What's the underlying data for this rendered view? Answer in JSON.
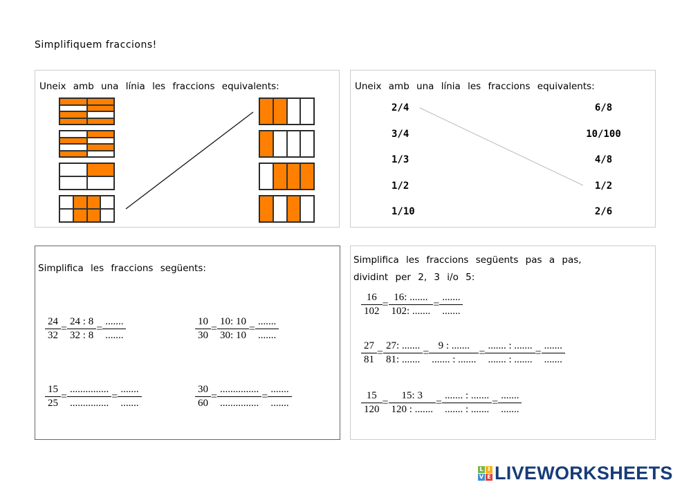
{
  "title": "Simplifiquem fraccions!",
  "panel1": {
    "title": "Uneix amb una línia les fraccions equivalents:",
    "left_grids": [
      {
        "rows": 4,
        "cols": 2,
        "filled": [
          [
            1,
            1
          ],
          [
            0,
            1
          ],
          [
            1,
            0
          ],
          [
            1,
            1
          ]
        ]
      },
      {
        "rows": 4,
        "cols": 2,
        "filled": [
          [
            0,
            1
          ],
          [
            1,
            0
          ],
          [
            0,
            1
          ],
          [
            1,
            0
          ]
        ]
      },
      {
        "rows": 2,
        "cols": 2,
        "filled": [
          [
            0,
            1
          ],
          [
            0,
            0
          ]
        ]
      },
      {
        "rows": 2,
        "cols": 4,
        "filled": [
          [
            0,
            1,
            1,
            0
          ],
          [
            0,
            1,
            1,
            0
          ]
        ]
      }
    ],
    "right_grids": [
      {
        "rows": 1,
        "cols": 4,
        "filled": [
          [
            1,
            1,
            0,
            0
          ]
        ]
      },
      {
        "rows": 1,
        "cols": 4,
        "filled": [
          [
            1,
            0,
            0,
            0
          ]
        ]
      },
      {
        "rows": 1,
        "cols": 4,
        "filled": [
          [
            0,
            1,
            1,
            1
          ]
        ]
      },
      {
        "rows": 1,
        "cols": 4,
        "filled": [
          [
            1,
            0,
            1,
            0
          ]
        ]
      }
    ]
  },
  "panel2": {
    "title": "Uneix amb una línia les fraccions equivalents:",
    "left": [
      "2/4",
      "3/4",
      "1/3",
      "1/2",
      "1/10"
    ],
    "right": [
      "6/8",
      "10/100",
      "4/8",
      "1/2",
      "2/6"
    ]
  },
  "panel3": {
    "title": "Simplifica les fraccions següents:",
    "equations": [
      [
        {
          "n": "24",
          "d": "32"
        },
        "=",
        {
          "n": "24 : 8",
          "d": "32 : 8"
        },
        "=",
        {
          "n": ".......",
          "d": "......."
        }
      ],
      [
        {
          "n": "10",
          "d": "30"
        },
        "=",
        {
          "n": "10: 10",
          "d": "30: 10"
        },
        "=",
        {
          "n": ".......",
          "d": "......."
        }
      ],
      [
        {
          "n": "15",
          "d": "25"
        },
        "=",
        {
          "n": "...............",
          "d": "..............."
        },
        "=",
        {
          "n": ".......",
          "d": "......."
        }
      ],
      [
        {
          "n": "30",
          "d": "60"
        },
        "=",
        {
          "n": "...............",
          "d": "..............."
        },
        "=",
        {
          "n": ".......",
          "d": "......."
        }
      ]
    ]
  },
  "panel4": {
    "title_line1": "Simplifica les fraccions següents pas a pas,",
    "title_line2": "dividint per 2, 3  i/o 5:",
    "equations": [
      [
        {
          "n": "16",
          "d": "102"
        },
        "=",
        {
          "n": "16: .......",
          "d": "102: ......."
        },
        "=",
        {
          "n": ".......",
          "d": "......."
        }
      ],
      [
        {
          "n": "27",
          "d": "81"
        },
        "=",
        {
          "n": "27: .......",
          "d": "81: ......."
        },
        "=",
        {
          "n": "9 : .......",
          "d": "....... : ......."
        },
        "=",
        {
          "n": "....... : .......",
          "d": "....... : ......."
        },
        "=",
        {
          "n": ".......",
          "d": "......."
        }
      ],
      [
        {
          "n": "15",
          "d": "120"
        },
        "=",
        {
          "n": "15: 3",
          "d": "120 : ......."
        },
        "=",
        {
          "n": "....... : .......",
          "d": "....... : ......."
        },
        "=",
        {
          "n": ".......",
          "d": "......."
        }
      ]
    ]
  },
  "logo": {
    "letters": [
      "L",
      "I",
      "V",
      "E"
    ],
    "word": "LIVEWORKSHEETS",
    "colors": {
      "orange": "#ff8000",
      "navy": "#173c79"
    }
  }
}
